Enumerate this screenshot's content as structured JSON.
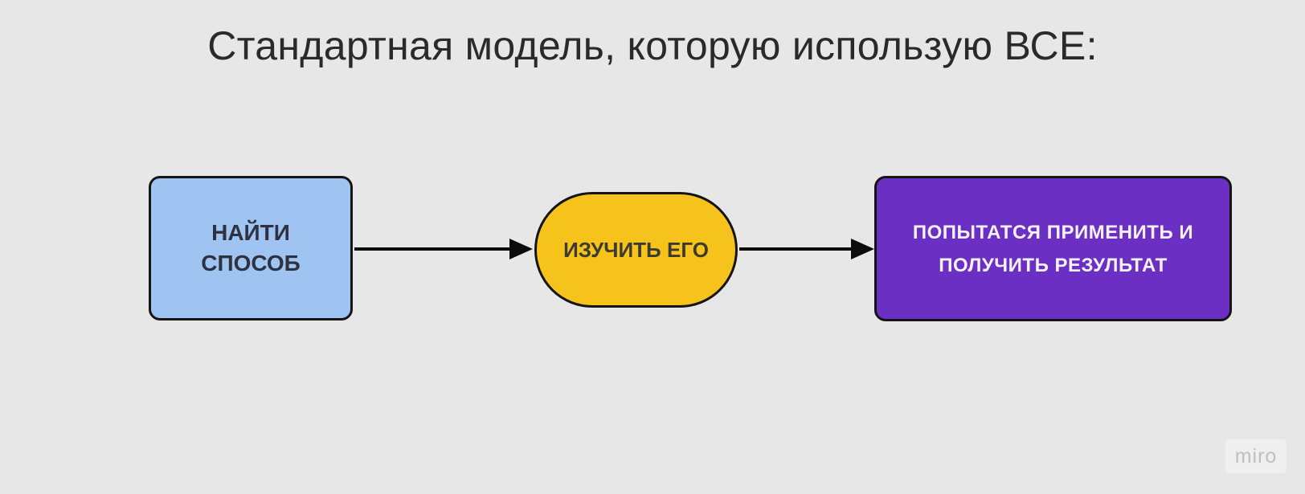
{
  "title": "Стандартная модель, которую использую ВСЕ:",
  "colors": {
    "background": "#e7e7e7",
    "title_text": "#2a2a2a",
    "node_border": "#141414",
    "arrow": "#0b0b0b",
    "find_way_fill": "#9fc4f2",
    "find_way_text": "#2e3140",
    "study_it_fill": "#f5c31b",
    "study_it_text": "#3c3a31",
    "apply_result_fill": "#6b2fc3",
    "apply_result_text": "#f6f2fc",
    "watermark_text": "#bfbfbf",
    "watermark_bg": "#f0efef"
  },
  "diagram": {
    "nodes": [
      {
        "id": "find-way",
        "shape": "rounded-rectangle",
        "label": "НАЙТИ СПОСОБ",
        "fill": "#9fc4f2"
      },
      {
        "id": "study-it",
        "shape": "pill",
        "label": "ИЗУЧИТЬ ЕГО",
        "fill": "#f5c31b"
      },
      {
        "id": "apply-and-get-result",
        "shape": "rounded-rectangle",
        "label": "ПОПЫТАТСЯ ПРИМЕНИТЬ И ПОЛУЧИТЬ РЕЗУЛЬТАТ",
        "fill": "#6b2fc3"
      }
    ],
    "edges": [
      {
        "from": "find-way",
        "to": "study-it",
        "style": "solid-black-arrow"
      },
      {
        "from": "study-it",
        "to": "apply-and-get-result",
        "style": "solid-black-arrow"
      }
    ]
  },
  "watermark": {
    "label": "miro"
  }
}
